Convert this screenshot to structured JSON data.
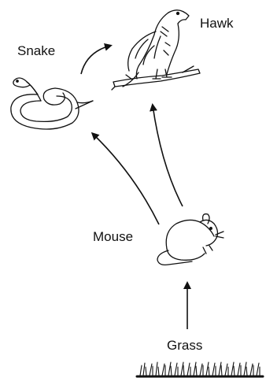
{
  "organisms": {
    "hawk": "Hawk",
    "snake": "Snake",
    "mouse": "Mouse",
    "grass": "Grass"
  },
  "arrows": [
    {
      "from": "Snake",
      "to": "Hawk"
    },
    {
      "from": "Mouse",
      "to": "Snake"
    },
    {
      "from": "Mouse",
      "to": "Hawk"
    },
    {
      "from": "Grass",
      "to": "Mouse"
    }
  ],
  "colors": {
    "ink": "#111111",
    "background": "#ffffff"
  }
}
